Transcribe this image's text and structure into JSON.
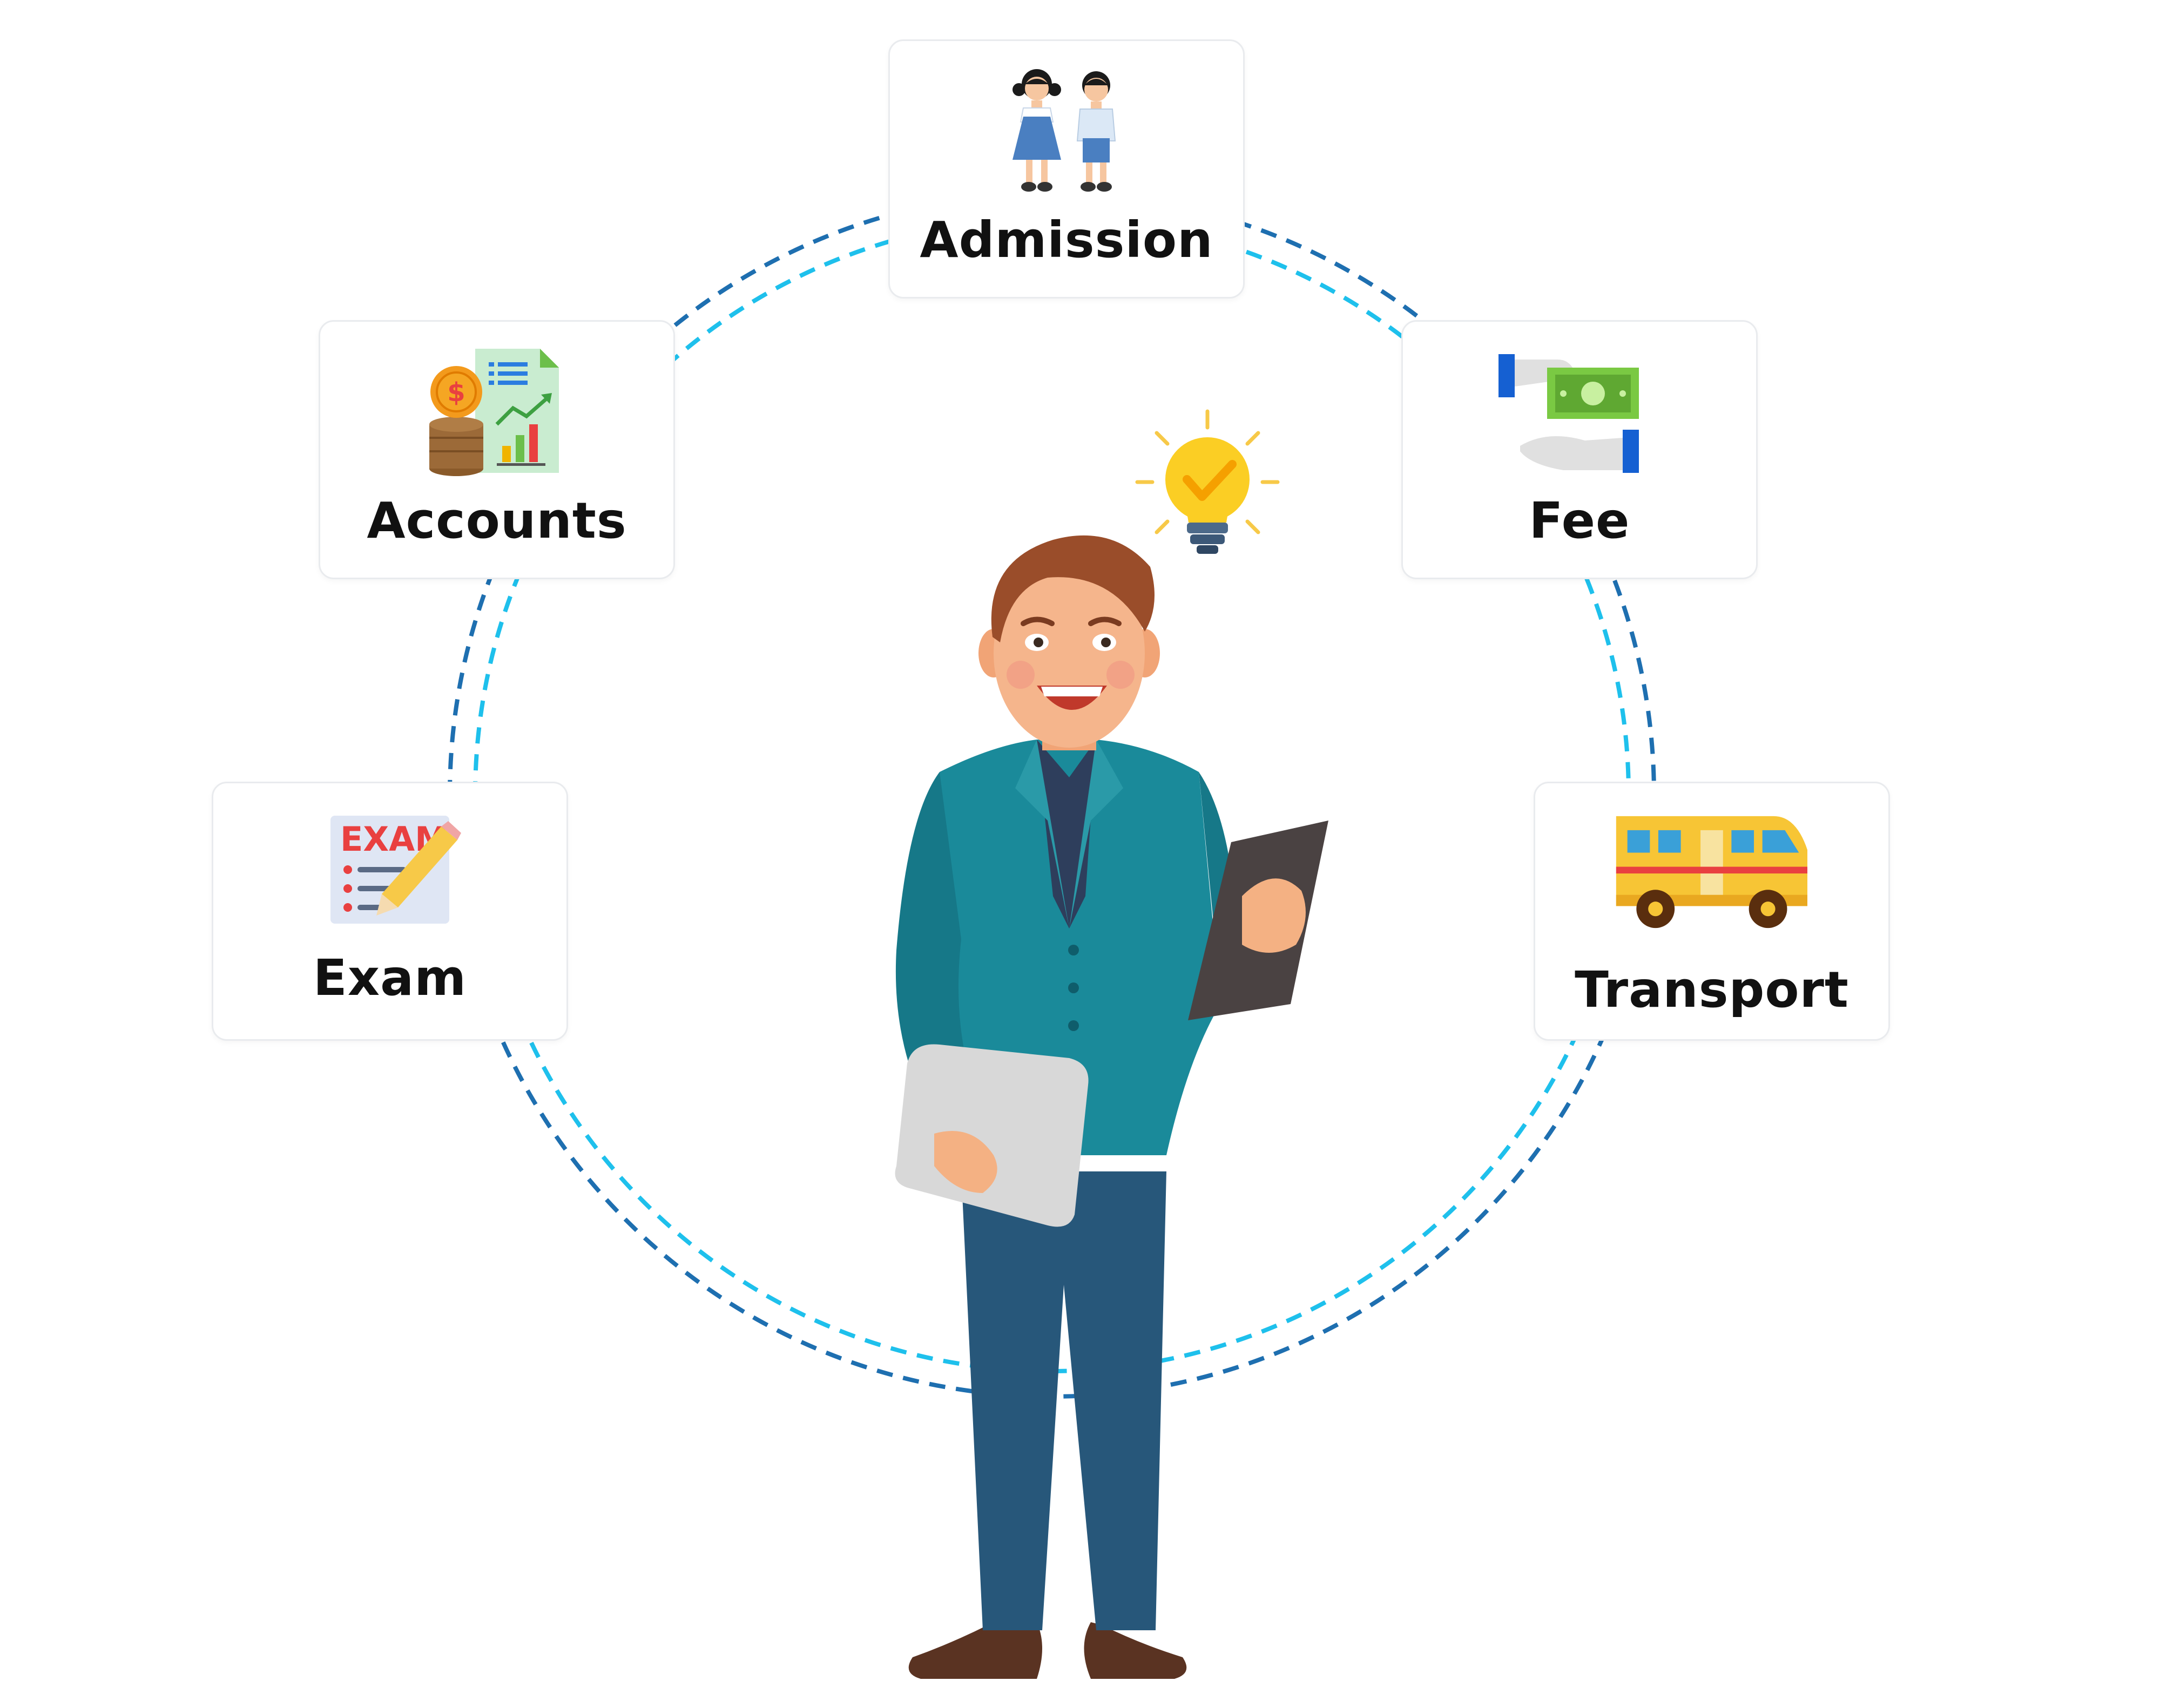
{
  "diagram": {
    "hub": {
      "icon": "teacher-figure-icon",
      "accent_icon": "lightbulb-icon"
    },
    "modules": [
      {
        "id": "admission",
        "label": "Admission",
        "icon": "students-icon"
      },
      {
        "id": "accounts",
        "label": "Accounts",
        "icon": "accounts-report-icon"
      },
      {
        "id": "fee",
        "label": "Fee",
        "icon": "cash-exchange-icon"
      },
      {
        "id": "exam",
        "label": "Exam",
        "icon": "exam-paper-icon"
      },
      {
        "id": "transport",
        "label": "Transport",
        "icon": "school-bus-icon"
      }
    ],
    "colors": {
      "ring_dark": "#1e6fb0",
      "ring_light": "#1ec0ec",
      "label": "#111111",
      "card_border": "#e9ebee"
    }
  }
}
